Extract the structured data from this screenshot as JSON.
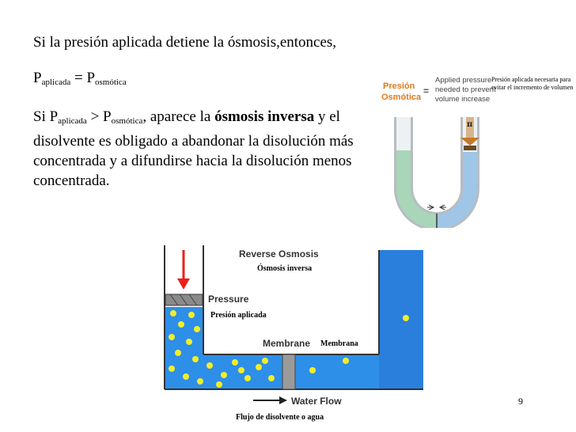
{
  "text": {
    "line1": "Si la presión aplicada detiene la ósmosis,entonces,",
    "eq_p": "P",
    "eq_sub1": "aplicada",
    "eq_mid": " = P",
    "eq_sub2": "osmótica",
    "para_pre1": "Si P",
    "para_sub1": "aplicada",
    "para_gt": " > P",
    "para_sub2": "osmótica",
    "para_pre2": ", aparece la ",
    "para_bold": "ósmosis inversa",
    "para_rest": " y el disolvente es obligado a abandonar la disolución más concentrada y a difundirse hacia la disolución menos concentrada."
  },
  "u_tube_figure": {
    "label_word1": "Presión",
    "label_word2": "Osmótica",
    "equals": "=",
    "desc_line1": "Applied pressure",
    "desc_line2": "needed to prevent",
    "desc_line3": "volume increase",
    "pi_symbol": "π",
    "note_es": "Presión aplicada necesaria para evitar el incremento de volumen"
  },
  "ro_figure": {
    "title": "Reverse Osmosis",
    "title_es": "Ósmosis inversa",
    "pressure": "Pressure",
    "pressure_es": "Presión aplicada",
    "membrane": "Membrane",
    "membrane_es": "Membrana",
    "water_flow": "Water Flow",
    "water_flow_es": "Flujo de disolvente o agua"
  },
  "page_number": "9",
  "colors": {
    "water_blue": "#2e8fe8",
    "tank_blue": "#2a7fdc",
    "solute_yellow": "#f2ee28",
    "arrow_red": "#e8201a",
    "utube_green": "#a9d6b8",
    "utube_blue": "#9fc6e6",
    "label_orange": "#e07a1f"
  }
}
